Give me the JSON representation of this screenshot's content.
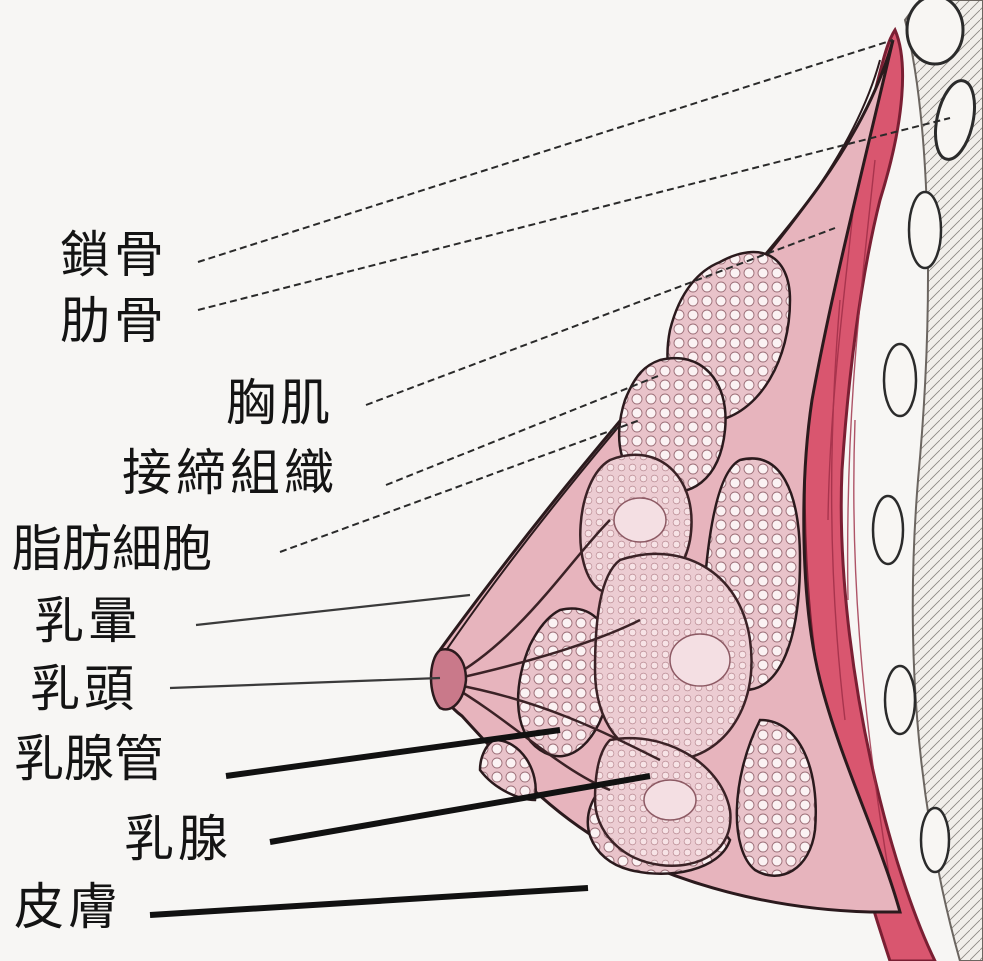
{
  "diagram": {
    "labels": [
      {
        "key": "clavicle",
        "text": "鎖骨"
      },
      {
        "key": "rib",
        "text": "肋骨"
      },
      {
        "key": "pectoral",
        "text": "胸肌"
      },
      {
        "key": "connective",
        "text": "接締組織"
      },
      {
        "key": "fat",
        "text": "脂肪細胞"
      },
      {
        "key": "areola",
        "text": "乳暈"
      },
      {
        "key": "nipple",
        "text": "乳頭"
      },
      {
        "key": "duct",
        "text": "乳腺管"
      },
      {
        "key": "gland",
        "text": "乳腺"
      },
      {
        "key": "skin",
        "text": "皮膚"
      }
    ],
    "colors": {
      "background": "#f7f6f4",
      "muscle": "#d9566f",
      "breast_tissue": "#e7b4bd",
      "gland_lobe": "#efd2d7",
      "outline": "#2b1a1d",
      "leader_line": "#111111"
    }
  }
}
